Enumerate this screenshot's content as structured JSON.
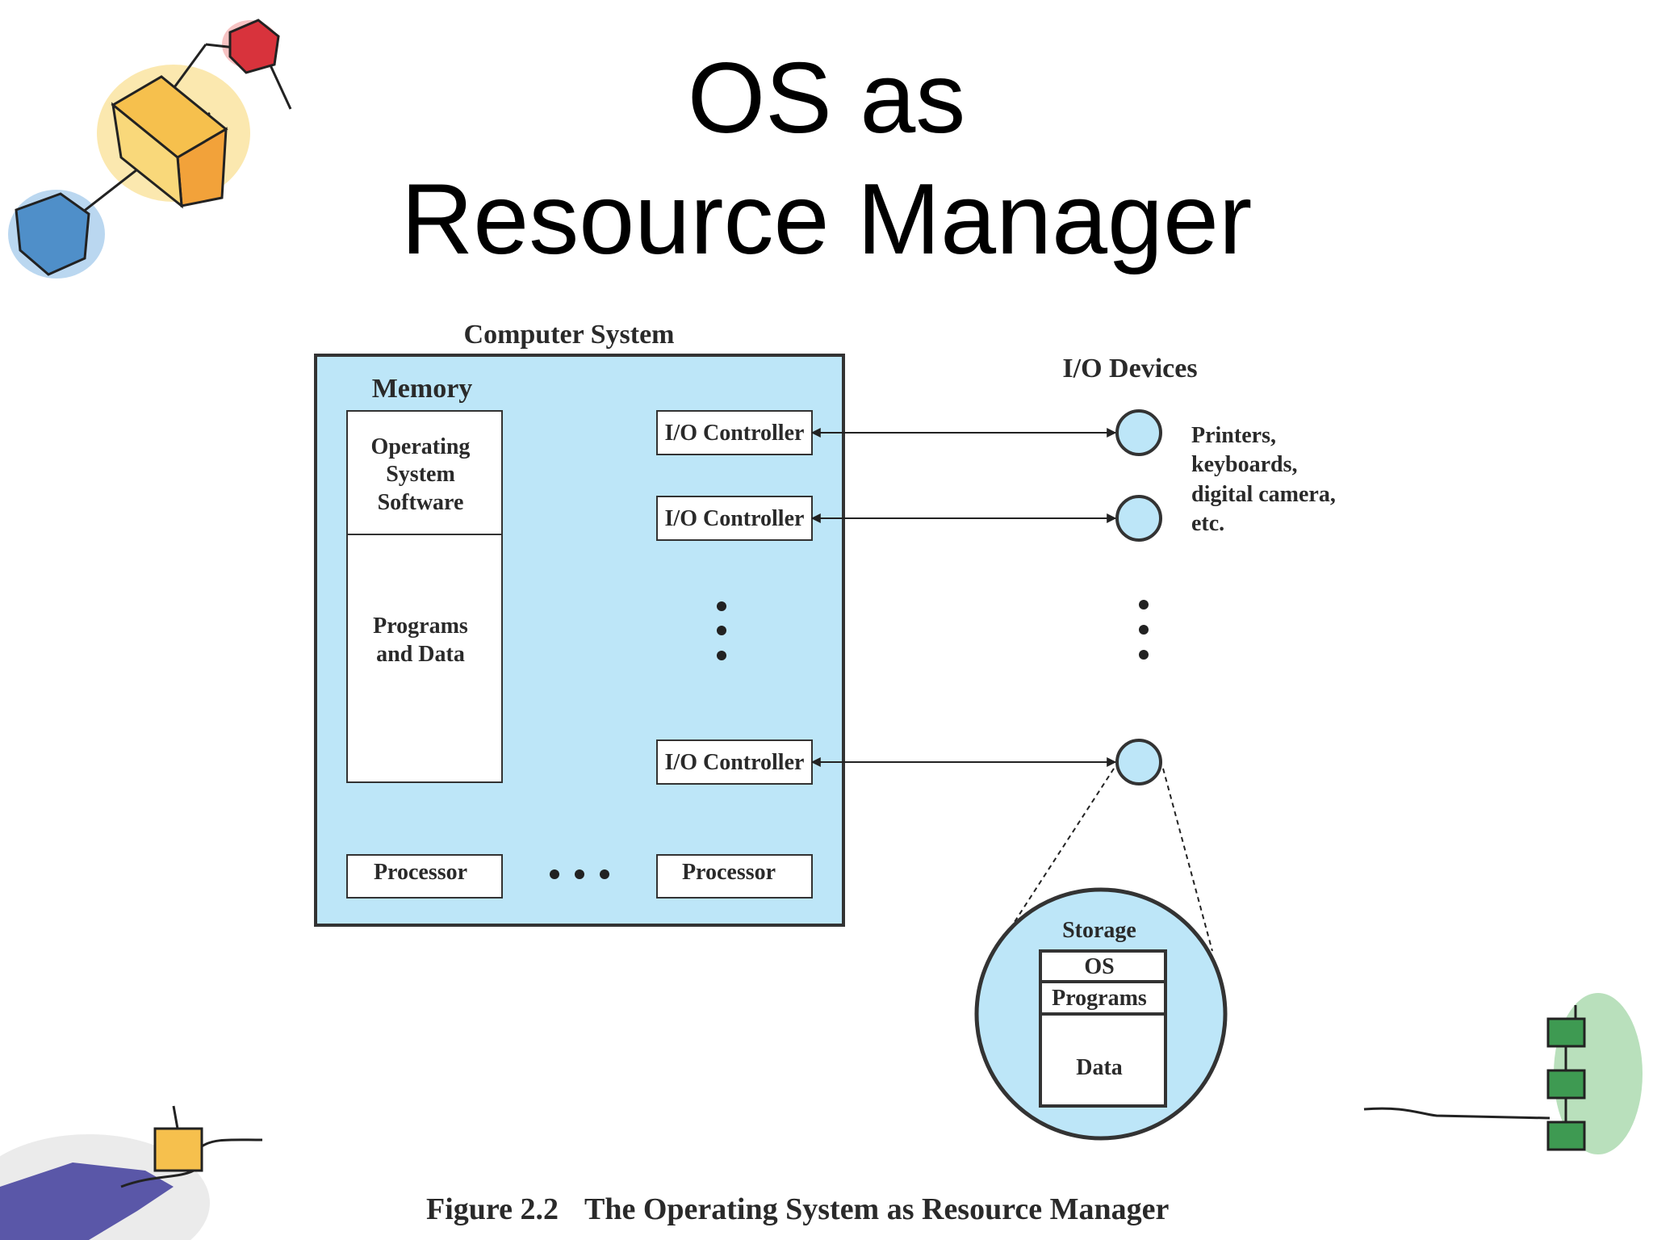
{
  "title": {
    "line1": "OS as",
    "line2": "Resource Manager"
  },
  "diagram": {
    "computer_system_label": "Computer System",
    "memory_label": "Memory",
    "memory_os_lines": [
      "Operating",
      "System",
      "Software"
    ],
    "memory_programs_lines": [
      "Programs",
      "and Data"
    ],
    "io_controller_label": "I/O Controller",
    "processor_label": "Processor",
    "io_devices_label": "I/O Devices",
    "device_examples_lines": [
      "Printers,",
      "keyboards,",
      "digital camera,",
      "etc."
    ],
    "storage_label": "Storage",
    "storage_os": "OS",
    "storage_programs": "Programs",
    "storage_data": "Data"
  },
  "caption": {
    "figure_number": "Figure 2.2",
    "text": "The Operating System as Resource Manager"
  },
  "colors": {
    "system_fill": "#bde6f8",
    "border": "#333333",
    "decor_orange": "#f2a23a",
    "decor_blue": "#4f8fc9",
    "decor_red": "#d8333c",
    "decor_green": "#3e9a52",
    "decor_purple": "#5a57a8"
  }
}
